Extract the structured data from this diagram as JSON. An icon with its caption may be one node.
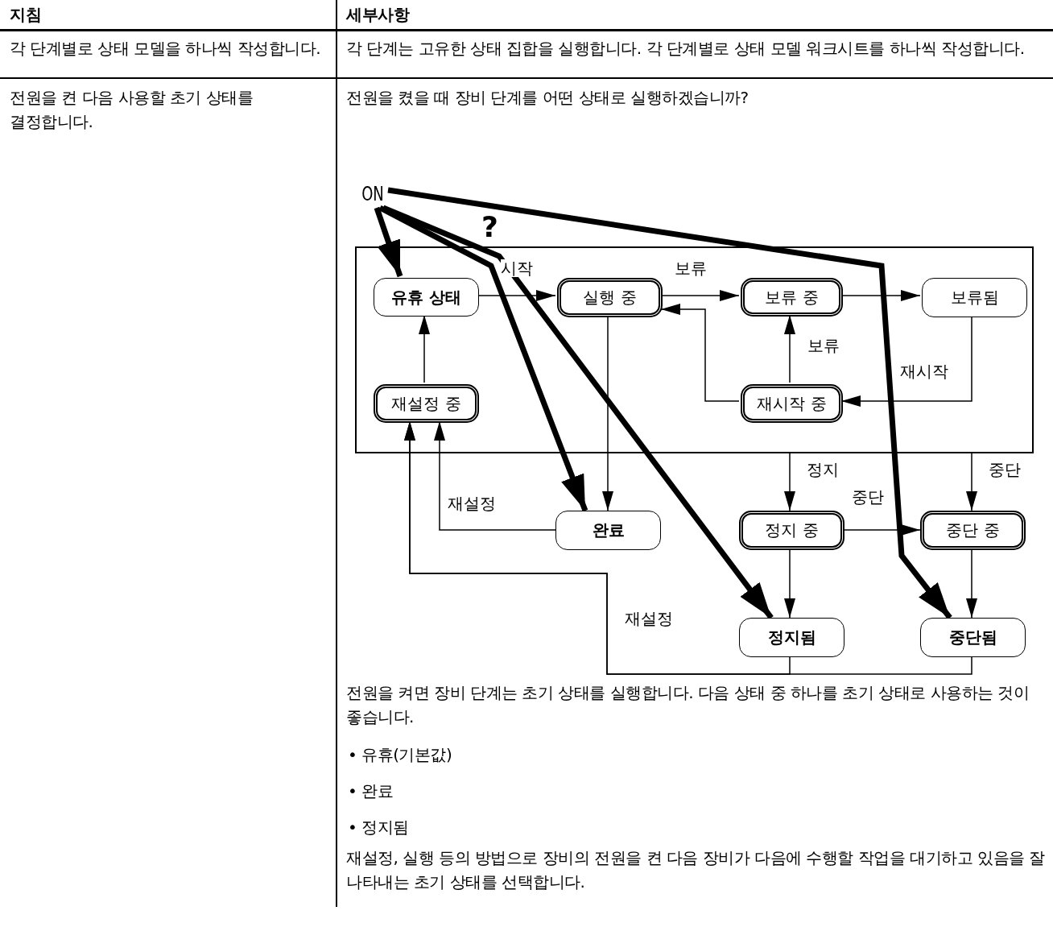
{
  "diagram": {
    "nodes": [
      {
        "text": [
          "ON"
        ]
      },
      {
        "text": [],
        "shape": "box"
      },
      {
        "text": [
          "유휴 상태"
        ],
        "in": 1
      },
      {
        "text": [
          "실행 중"
        ],
        "in": 1
      },
      {
        "text": [
          "보류 중"
        ],
        "in": 1
      },
      {
        "text": [
          "보류됨"
        ],
        "in": 1
      },
      {
        "text": [
          "재설정 중"
        ],
        "in": 1
      },
      {
        "text": [
          "재시작 중"
        ],
        "in": 1
      },
      {
        "text": [
          "완료"
        ]
      },
      {
        "text": [
          "정지 중"
        ]
      },
      {
        "text": [
          "중단 중"
        ]
      },
      {
        "text": [
          "정지됨"
        ]
      },
      {
        "text": [
          "중단됨"
        ]
      }
    ],
    "edges": [
      {
        "from": 0,
        "to": 2,
        "arrow": "to",
        "style": "thick"
      },
      {
        "from": 0,
        "to": 8,
        "arrow": "to",
        "style": "thick"
      },
      {
        "from": 0,
        "to": 11,
        "arrow": "to",
        "style": "thick"
      },
      {
        "from": 0,
        "to": 12,
        "arrow": "to",
        "style": "thick"
      },
      {
        "from": 2,
        "to": 3,
        "arrow": "to",
        "label": "시작"
      },
      {
        "from": 3,
        "to": 4,
        "arrow": "to",
        "label": "보류"
      },
      {
        "from": 4,
        "to": 5,
        "arrow": "to"
      },
      {
        "from": 5,
        "to": 7,
        "arrow": "to",
        "label": "재시작"
      },
      {
        "from": 7,
        "to": 4,
        "arrow": "to",
        "label": "보류"
      },
      {
        "from": 7,
        "to": 3,
        "arrow": "to"
      },
      {
        "from": 6,
        "to": 2,
        "arrow": "to"
      },
      {
        "from": 3,
        "to": 8,
        "arrow": "to"
      },
      {
        "from": 8,
        "to": 6,
        "arrow": "to",
        "label": "재설정"
      },
      {
        "from": 11,
        "to": 6,
        "arrow": "to",
        "label": "재설정"
      },
      {
        "from": 12,
        "to": 6,
        "arrow": "to"
      },
      {
        "from": 1,
        "to": 9,
        "arrow": "to",
        "label": "정지"
      },
      {
        "from": 1,
        "to": 10,
        "arrow": "to",
        "label": "중단"
      },
      {
        "from": 9,
        "to": 10,
        "arrow": "to",
        "label": "중단"
      },
      {
        "from": 9,
        "to": 11,
        "arrow": "to"
      },
      {
        "from": 10,
        "to": 12,
        "arrow": "to"
      }
    ],
    "labels": [
      "지침",
      "세부사항",
      "각 단계별로 상태 모델을 하나씩 작성합니다.",
      "각 단계는 고유한 상태 집합을 실행합니다. 각 단계별로 상태 모델 워크시트를 하나씩 작성합니다.",
      "전원을 켠 다음 사용할 초기 상태를 결정합니다.",
      "전원을 켰을 때 장비 단계를 어떤 상태로 실행하겠습니까?",
      "?",
      "전원을 켜면 장비 단계는 초기 상태를 실행합니다. 다음 상태 중 하나를 초기 상태로 사용하는 것이 좋습니다.",
      "• 유휴(기본값)",
      "• 완료",
      "• 정지됨",
      "재설정, 실행 등의 방법으로 장비의 전원을 켠 다음 장비가 다음에 수행할 작업을 대기하고 있음을 잘 나타내는 초기 상태를 선택합니다."
    ]
  }
}
